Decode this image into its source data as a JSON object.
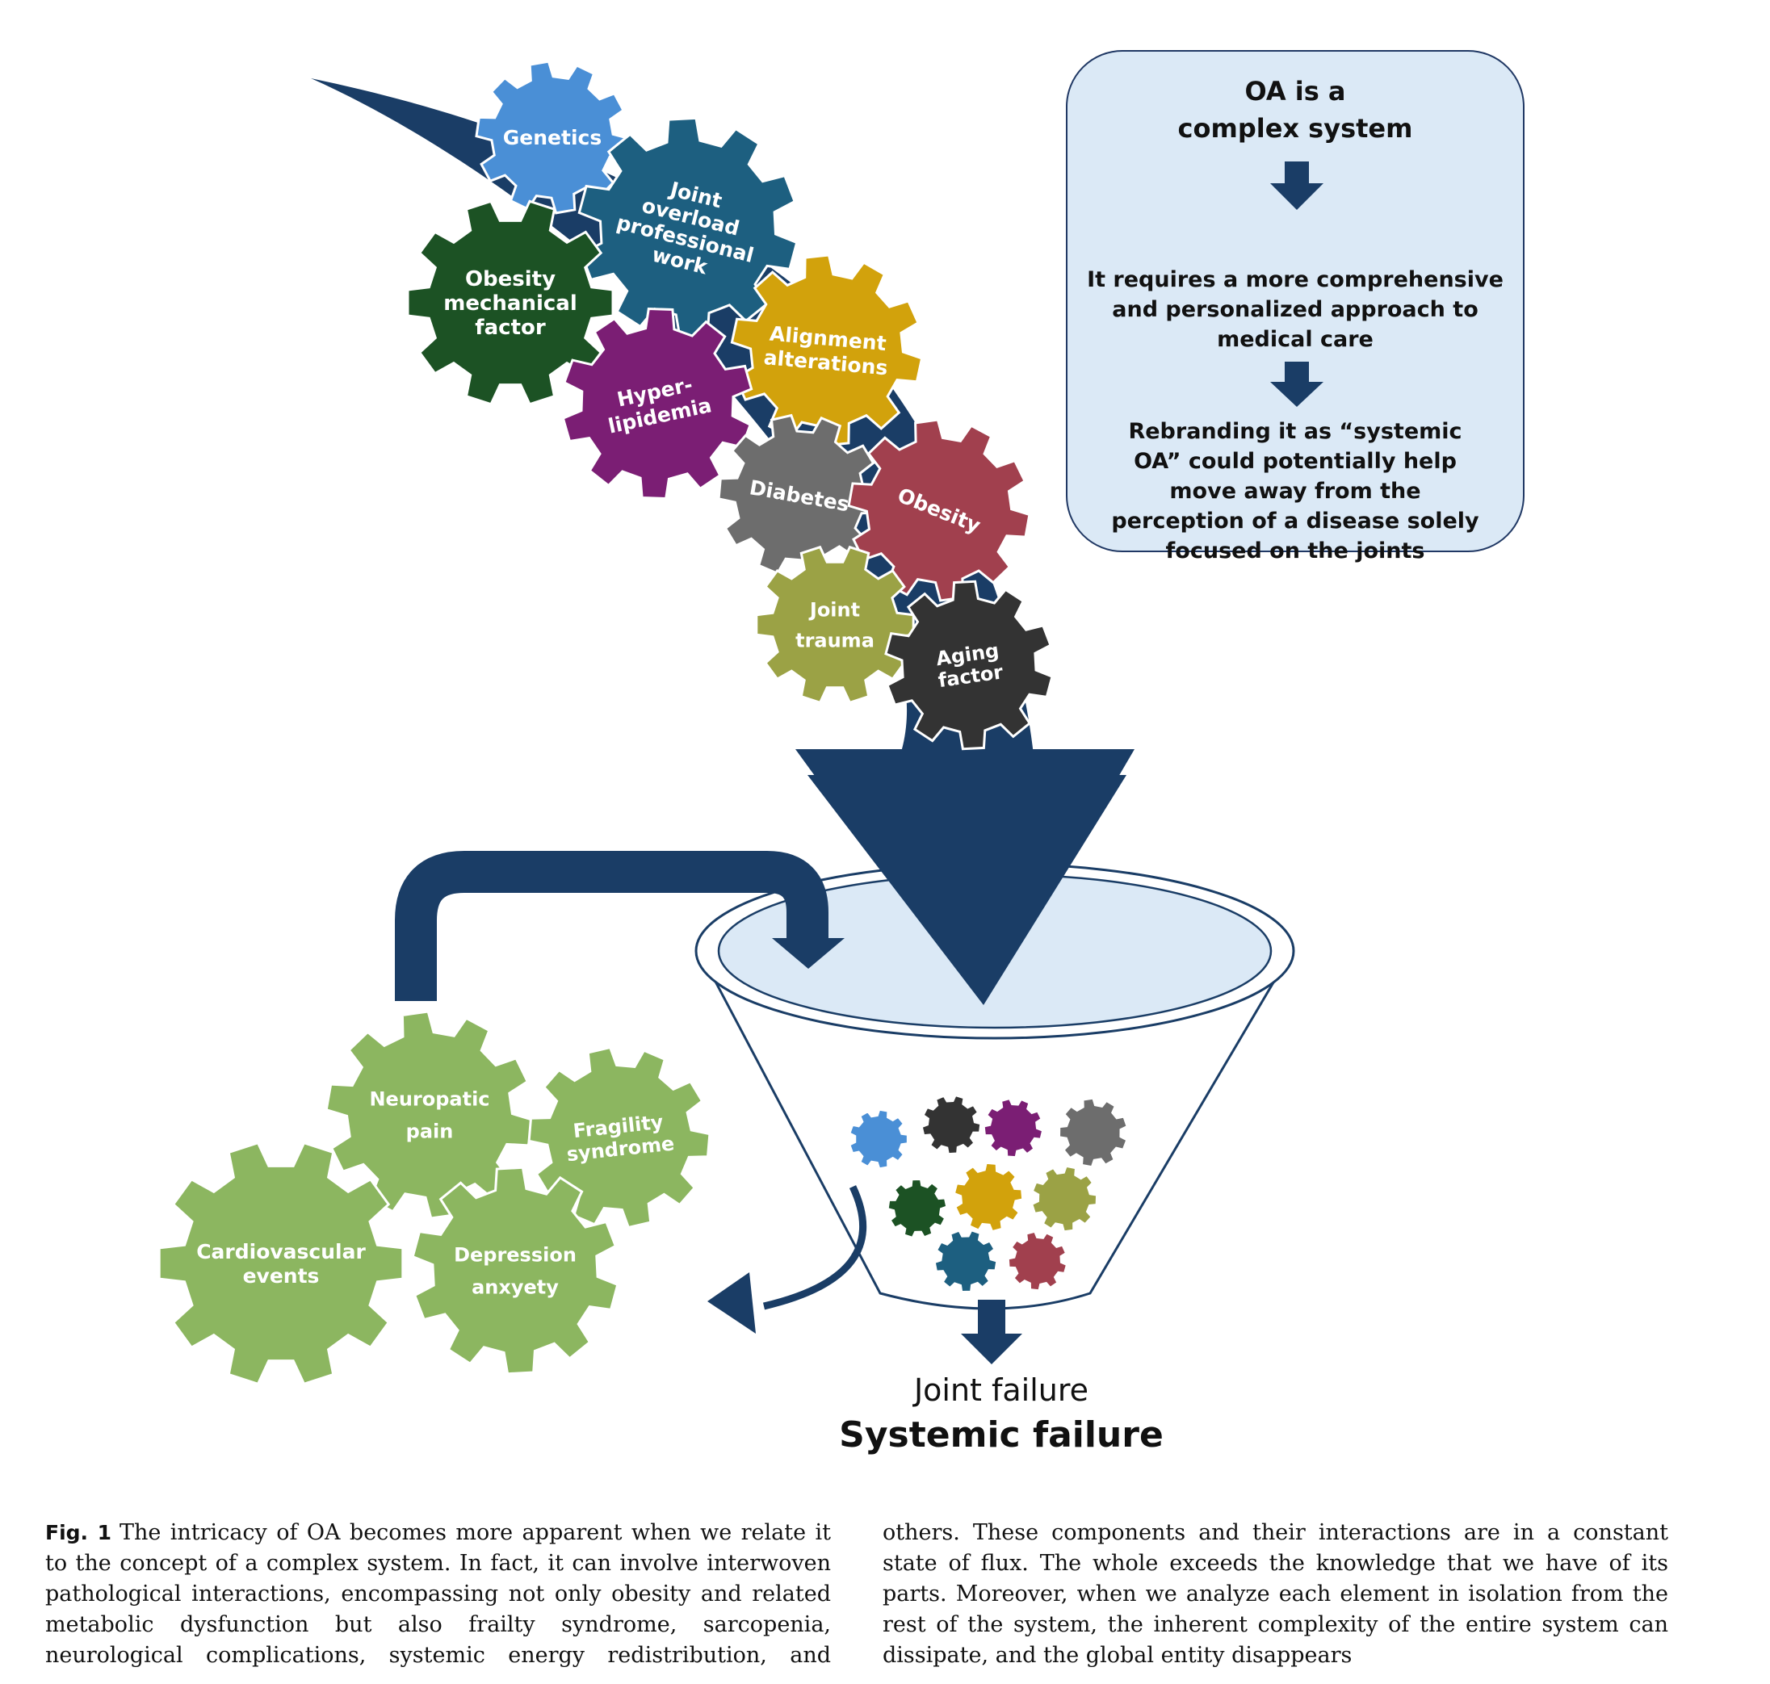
{
  "colors": {
    "navy": "#1a3d66",
    "funnel_fill": "#dbe9f6",
    "genetics": "#4a8fd6",
    "joint_overload": "#1d5f80",
    "obesity_mechanical": "#1c5224",
    "alignment": "#d2a20c",
    "hyperlipidemia": "#7b1e74",
    "diabetes": "#6d6d6d",
    "obesity": "#a1404e",
    "joint_trauma": "#9ba245",
    "aging": "#333333",
    "outcome_green": "#8cb660"
  },
  "risk_gears": [
    {
      "id": "genetics",
      "lines": [
        "Genetics"
      ]
    },
    {
      "id": "joint-overload",
      "lines": [
        "Joint",
        "overload",
        "professional",
        "work"
      ]
    },
    {
      "id": "obesity-mechanical",
      "lines": [
        "Obesity",
        "mechanical",
        "factor"
      ]
    },
    {
      "id": "alignment",
      "lines": [
        "Alignment",
        "alterations"
      ]
    },
    {
      "id": "hyperlipidemia",
      "lines": [
        "Hyper-",
        "lipidemia"
      ]
    },
    {
      "id": "diabetes",
      "lines": [
        "Diabetes"
      ]
    },
    {
      "id": "obesity",
      "lines": [
        "Obesity"
      ]
    },
    {
      "id": "joint-trauma",
      "lines": [
        "Joint",
        "trauma"
      ]
    },
    {
      "id": "aging",
      "lines": [
        "Aging",
        "factor"
      ]
    }
  ],
  "outcome_gears": [
    {
      "id": "neuropatic",
      "lines": [
        "Neuropatic",
        "pain"
      ]
    },
    {
      "id": "fragility",
      "lines": [
        "Fragility",
        "syndrome"
      ]
    },
    {
      "id": "cardiovascular",
      "lines": [
        "Cardiovascular",
        "events"
      ]
    },
    {
      "id": "depression",
      "lines": [
        "Depression",
        "anxyety"
      ]
    }
  ],
  "infobox": {
    "title_line1": "OA is a",
    "title_line2": "complex system",
    "p1_line1": "It requires a more comprehensive",
    "p1_line2": "and personalized approach to",
    "p1_line3": "medical care",
    "p2_line1": "Rebranding it as “systemic",
    "p2_line2": "OA” could potentially help",
    "p2_line3": "move away from the",
    "p2_line4": "perception of a disease solely",
    "p2_line5": "focused on the joints"
  },
  "outcome": {
    "line1": "Joint failure",
    "line2": "Systemic failure"
  },
  "caption": {
    "label": "Fig. 1",
    "text": "The intricacy of OA becomes more apparent when we relate it to the concept of a complex system. In fact, it can involve interwoven pathological interactions, encompassing not only obesity and related metabolic dysfunction but also frailty syndrome, sarcopenia, neurological complications, systemic energy redistribution, and others. These components and their interactions are in a constant state of flux. The whole exceeds the knowledge that we have of its parts. Moreover, when we analyze each element in isolation from the rest of the system, the inherent complexity of the entire system can dissipate, and the global entity disappears"
  }
}
